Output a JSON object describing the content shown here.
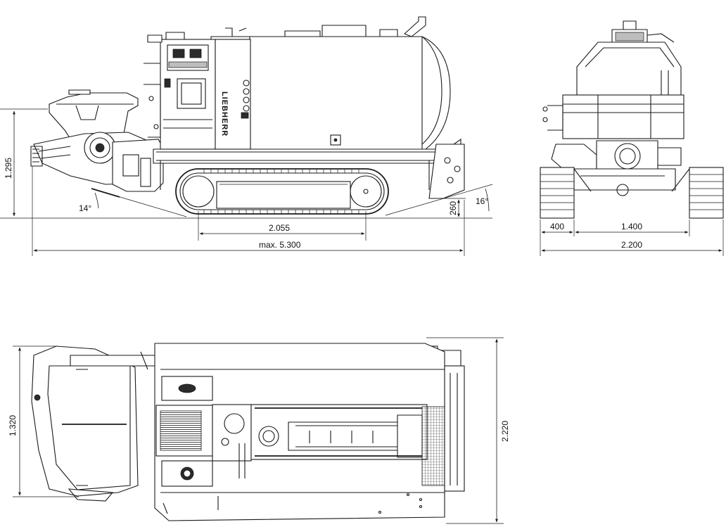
{
  "side_view": {
    "dim_height": "1.295",
    "dim_track_length": "2.055",
    "dim_total_length": "max. 5.300",
    "dim_ground_clearance": "260",
    "angle_front": "14°",
    "angle_rear": "16°",
    "brand_logo": "LIEBHERR"
  },
  "rear_view": {
    "dim_track_width": "400",
    "dim_track_gauge": "1.400",
    "dim_total_width": "2.200"
  },
  "top_view": {
    "dim_hopper_width": "1.320",
    "dim_total_width": "2.220"
  }
}
